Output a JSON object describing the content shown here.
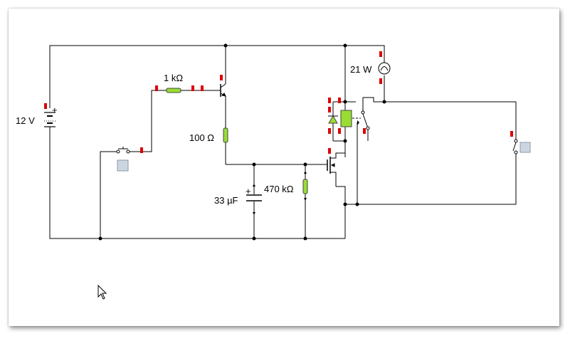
{
  "battery": {
    "label": "12 V",
    "plus_sign": "+"
  },
  "resistor_base": {
    "label": "1 kΩ"
  },
  "resistor_emitter": {
    "label": "100 Ω"
  },
  "resistor_gate": {
    "label": "470 kΩ"
  },
  "capacitor": {
    "label": "33 µF",
    "plus_sign": "+"
  },
  "lamp": {
    "label": "21 W"
  },
  "colors": {
    "wire": "#000000",
    "component_fill": "#99dd33",
    "pin_marker": "#dd0000",
    "switch_box": "#ccd6e0"
  }
}
